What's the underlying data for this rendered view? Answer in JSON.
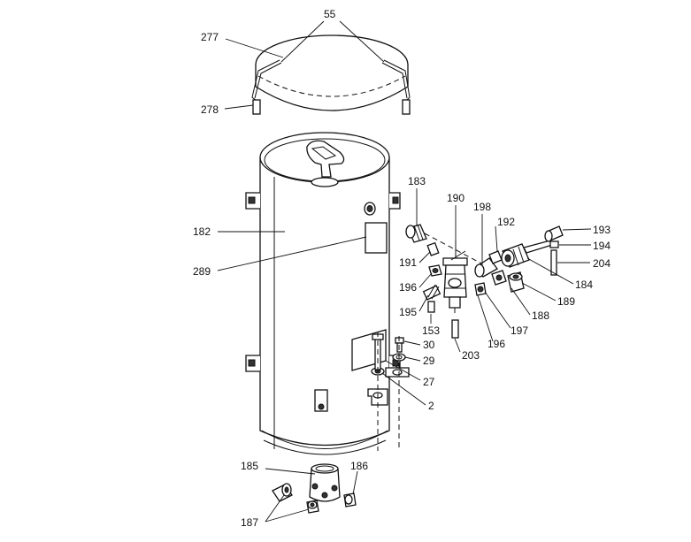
{
  "callouts": [
    "55",
    "277",
    "278",
    "183",
    "190",
    "198",
    "192",
    "193",
    "194",
    "204",
    "182",
    "191",
    "196",
    "195",
    "153",
    "184",
    "189",
    "188",
    "197",
    "196",
    "203",
    "30",
    "29",
    "27",
    "2",
    "289",
    "185",
    "186",
    "187"
  ]
}
